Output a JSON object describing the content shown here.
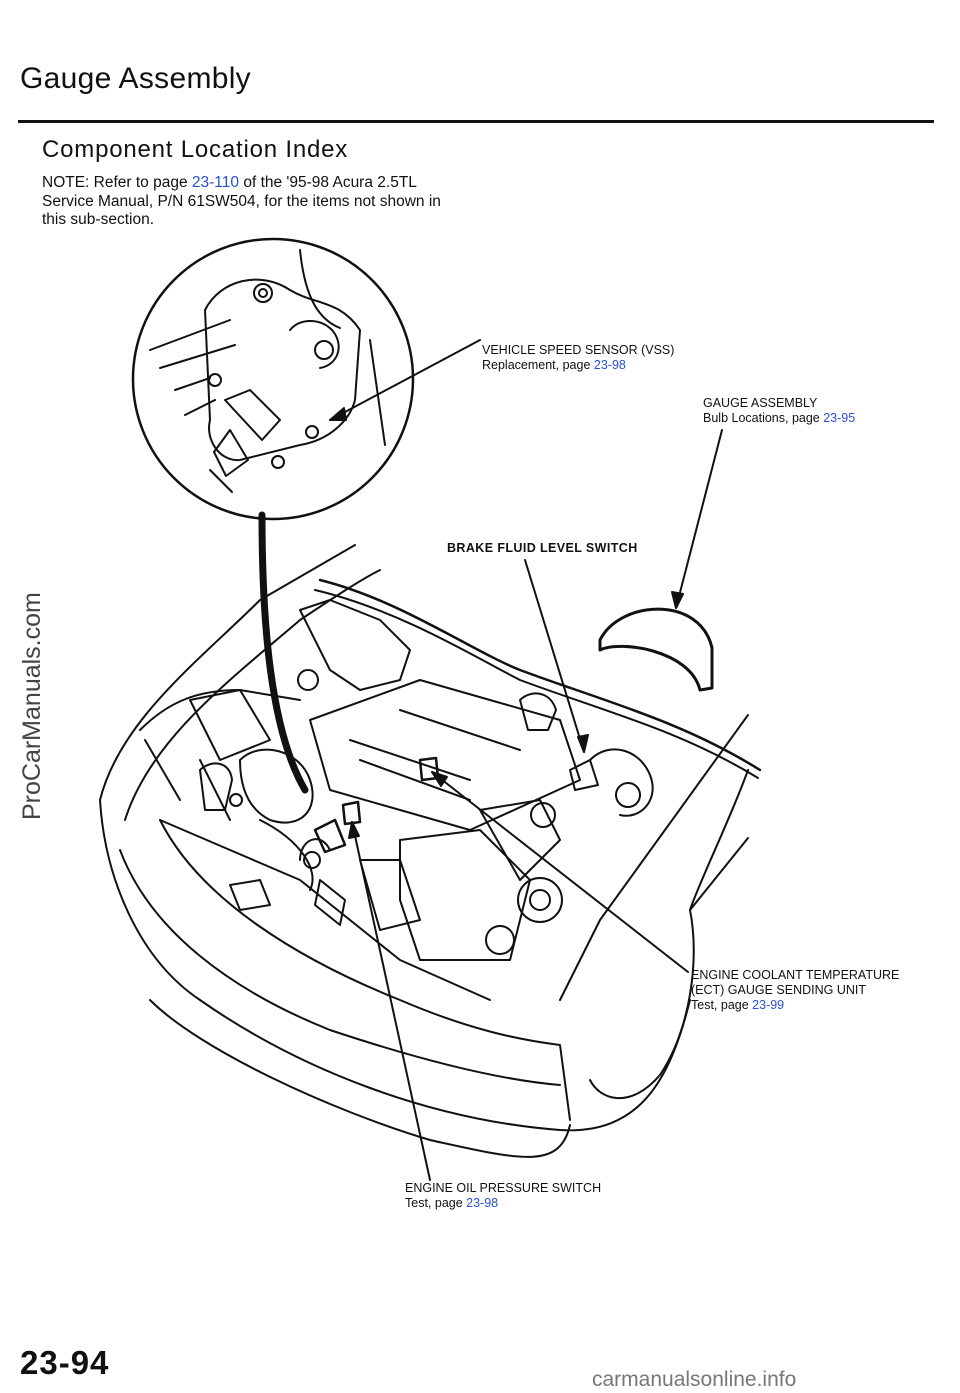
{
  "page": {
    "title": "Gauge Assembly",
    "subtitle": "Component Location Index",
    "note": {
      "prefix": "NOTE:   Refer to page ",
      "link": "23-110",
      "suffix": " of the '95-98 Acura 2.5TL Service Manual, P/N 61SW504, for the items not shown in",
      "line3": "this sub-section."
    },
    "page_number": "23-94",
    "sidebar_watermark": "ProCarManuals.com",
    "footer_watermark": "carmanualsonline.info"
  },
  "callouts": {
    "vss": {
      "name": "VEHICLE SPEED SENSOR (VSS)",
      "action": "Replacement,  page ",
      "page": "23-98"
    },
    "gauge": {
      "name": "GAUGE ASSEMBLY",
      "action": "Bulb  Locations,  page ",
      "page": "23-95"
    },
    "brake": {
      "name": "BRAKE FLUID LEVEL SWITCH"
    },
    "ect": {
      "name1": "ENGINE  COOLANT  TEMPERATURE",
      "name2": "(ECT) GAUGE SENDING UNIT",
      "action": "Test, page ",
      "page": "23-99"
    },
    "oil": {
      "name": "ENGINE  OIL  PRESSURE  SWITCH",
      "action": "Test,  page ",
      "page": "23-98"
    }
  },
  "colors": {
    "link": "#2a4fd8",
    "ink": "#111111"
  }
}
